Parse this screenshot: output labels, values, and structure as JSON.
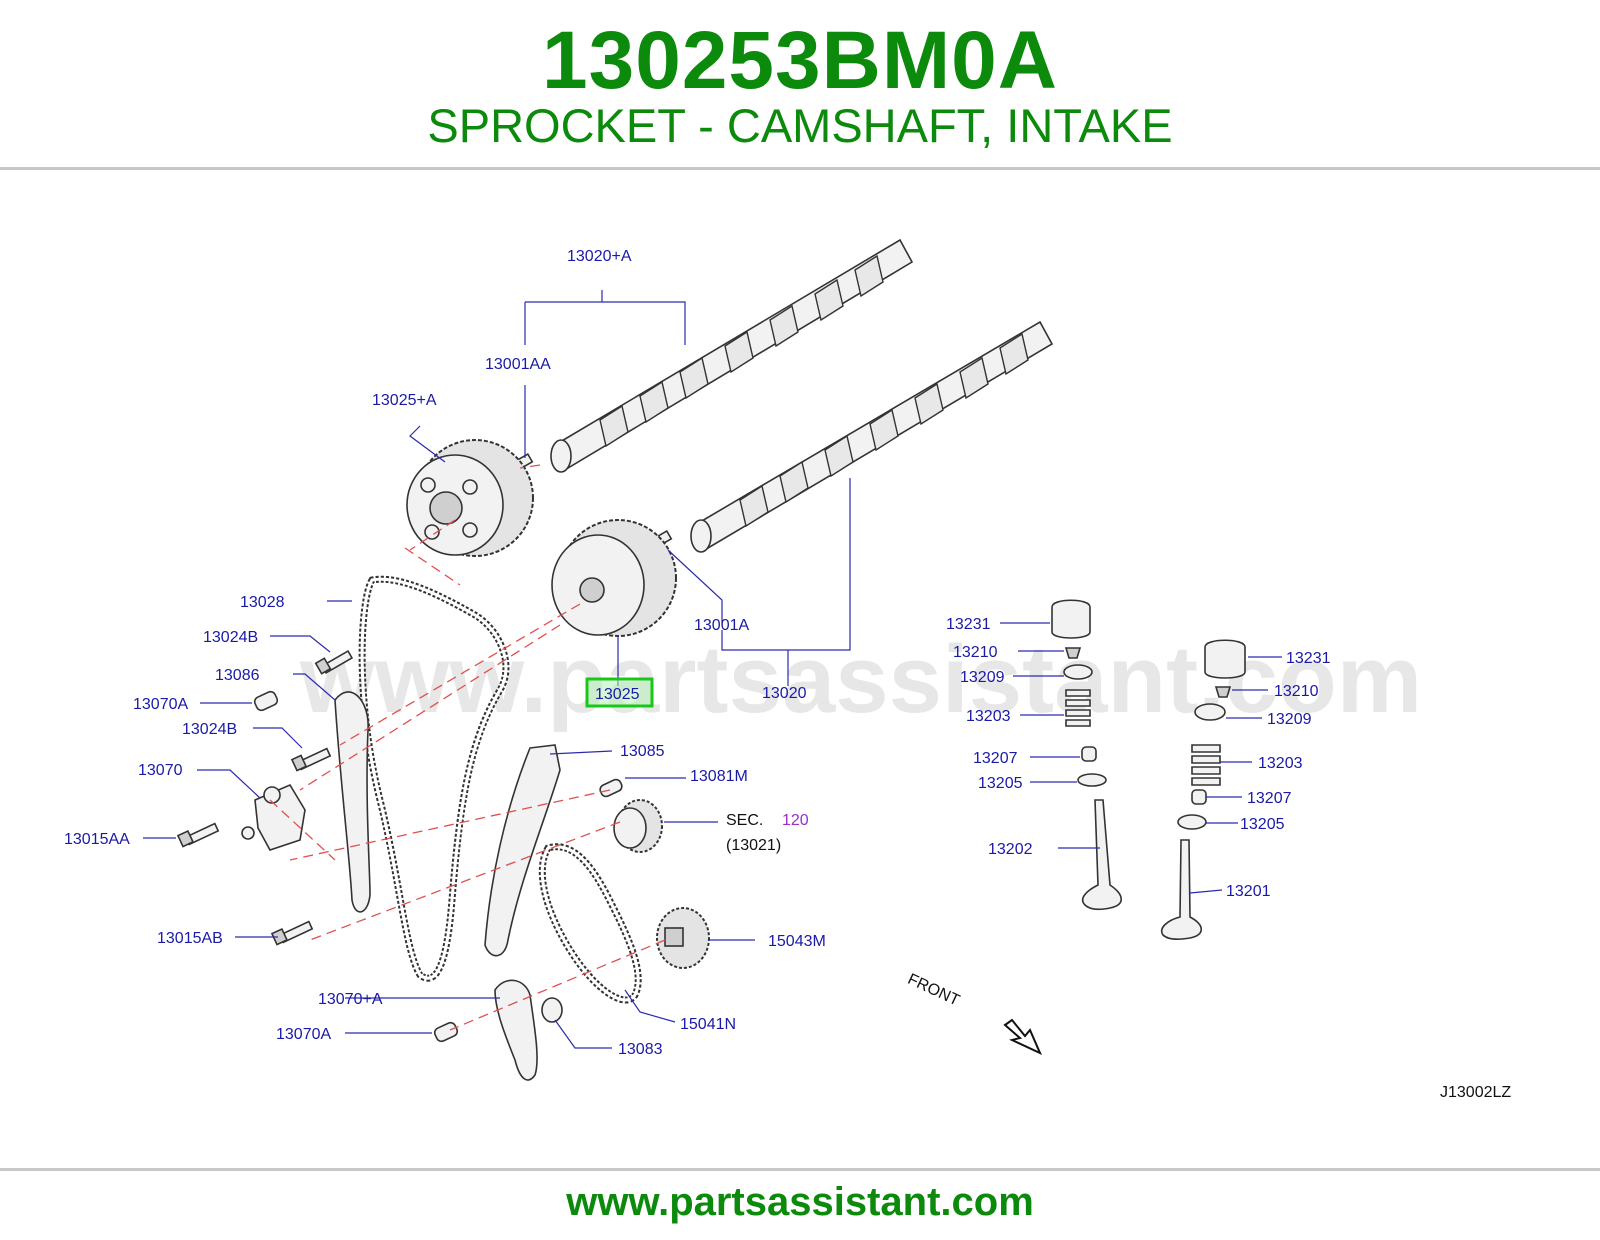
{
  "header": {
    "part_number": "130253BM0A",
    "part_title": "SPROCKET - CAMSHAFT, INTAKE"
  },
  "diagram": {
    "watermark": "www.partsassistant.com",
    "front_label": "FRONT",
    "diagram_code": "J13002LZ",
    "highlighted_label": "13025",
    "labels": {
      "l13020A": "13020+A",
      "l13001AA": "13001AA",
      "l13025A": "13025+A",
      "l13028": "13028",
      "l13024B_1": "13024B",
      "l13086": "13086",
      "l13070A_1": "13070A",
      "l13024B_2": "13024B",
      "l13070": "13070",
      "l13015AA": "13015AA",
      "l13015AB": "13015AB",
      "l13070plusA": "13070+A",
      "l13070A_2": "13070A",
      "l13001A": "13001A",
      "l13020": "13020",
      "l13085": "13085",
      "l13081M": "13081M",
      "l_sec": "SEC.",
      "l_sec_num": "120",
      "l_sec_ref": "(13021)",
      "l15043M": "15043M",
      "l15041N": "15041N",
      "l13083": "13083",
      "l13231_1": "13231",
      "l13210_1": "13210",
      "l13209_1": "13209",
      "l13203_1": "13203",
      "l13207_1": "13207",
      "l13205_1": "13205",
      "l13202": "13202",
      "l13231_2": "13231",
      "l13210_2": "13210",
      "l13209_2": "13209",
      "l13203_2": "13203",
      "l13207_2": "13207",
      "l13205_2": "13205",
      "l13201": "13201"
    }
  },
  "footer": {
    "url": "www.partsassistant.com"
  },
  "colors": {
    "brand_green": "#0c8a0c",
    "label_blue": "#1a1aa8",
    "highlight_green": "#18c818",
    "dash_red": "#e05050"
  }
}
